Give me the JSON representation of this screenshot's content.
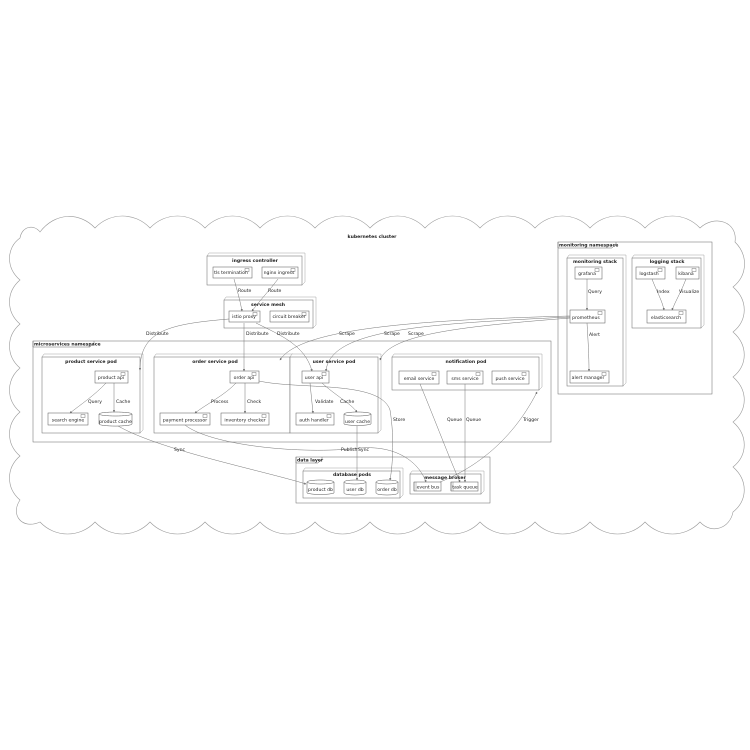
{
  "cluster": {
    "title": "kubernetes cluster"
  },
  "ingress_controller": {
    "title": "ingress controller",
    "components": [
      "tls termination",
      "nginx ingress"
    ]
  },
  "service_mesh": {
    "title": "service mesh",
    "components": [
      "istio proxy",
      "circuit breaker"
    ]
  },
  "microservices_namespace": {
    "title": "microservices namespace",
    "product_pod": {
      "title": "product service pod",
      "components": [
        "product api",
        "search engine",
        "product cache"
      ]
    },
    "order_pod": {
      "title": "order service pod",
      "components": [
        "order api",
        "payment processor",
        "inventory checker"
      ]
    },
    "user_pod": {
      "title": "user service pod",
      "components": [
        "user api",
        "auth handler",
        "user cache"
      ]
    },
    "notification_pod": {
      "title": "notification pod",
      "components": [
        "email service",
        "sms service",
        "push service"
      ]
    }
  },
  "monitoring_namespace": {
    "title": "monitoring namespace",
    "monitoring_stack": {
      "title": "monitoring stack",
      "components": [
        "grafana",
        "prometheus",
        "alert manager"
      ]
    },
    "logging_stack": {
      "title": "logging stack",
      "components": [
        "logstash",
        "kibana",
        "elasticsearch"
      ]
    }
  },
  "data_layer": {
    "title": "data layer",
    "database_pods": {
      "title": "database pods",
      "components": [
        "product db",
        "user db",
        "order db"
      ]
    },
    "message_broker": {
      "title": "message broker",
      "components": [
        "event bus",
        "task queue"
      ]
    }
  },
  "edge_labels": {
    "route_tls": "Route",
    "route_nginx": "Route",
    "distribute_product": "Distribute",
    "distribute_order": "Distribute",
    "distribute_user": "Distribute",
    "scrape_product": "Scrape",
    "scrape_order": "Scrape",
    "scrape_user": "Scrape",
    "query_grafana": "Query",
    "alert": "Alert",
    "index": "Index",
    "visualize": "Visualize",
    "query_product": "Query",
    "cache_product": "Cache",
    "process": "Process",
    "check": "Check",
    "validate": "Validate",
    "cache_user": "Cache",
    "store": "Store",
    "queue_email": "Queue",
    "queue_sms": "Queue",
    "trigger": "Trigger",
    "sync_product": "Sync",
    "publish": "Publish",
    "sync_user": "Sync"
  }
}
